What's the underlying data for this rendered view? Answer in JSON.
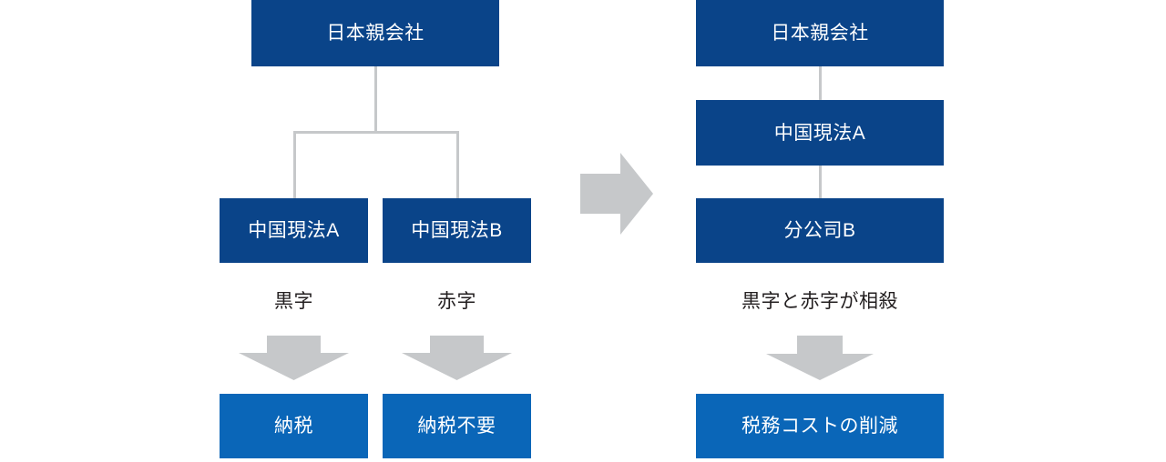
{
  "diagram": {
    "type": "org-restructure-comparison",
    "background_color": "#ffffff",
    "colors": {
      "box_navy": "#0a4489",
      "box_bright_blue": "#0a66b8",
      "connector_gray": "#c6c8ca",
      "arrow_gray": "#c6c8ca",
      "text_on_box": "#ffffff",
      "text_caption": "#231f20"
    },
    "before": {
      "parent": {
        "label": "日本親会社"
      },
      "subsidiaries": [
        {
          "label": "中国現法A"
        },
        {
          "label": "中国現法B"
        }
      ],
      "statuses": [
        {
          "label": "黒字"
        },
        {
          "label": "赤字"
        }
      ],
      "outcomes": [
        {
          "label": "納税"
        },
        {
          "label": "納税不要"
        }
      ]
    },
    "after": {
      "chain": [
        {
          "label": "日本親会社"
        },
        {
          "label": "中国現法A"
        },
        {
          "label": "分公司B"
        }
      ],
      "status": {
        "label": "黒字と赤字が相殺"
      },
      "outcome": {
        "label": "税務コストの削減"
      }
    },
    "transition_arrow": {
      "icon": "arrow-right-icon",
      "direction": "right"
    },
    "down_arrows": [
      {
        "icon": "arrow-down-icon"
      },
      {
        "icon": "arrow-down-icon"
      },
      {
        "icon": "arrow-down-icon"
      }
    ]
  }
}
